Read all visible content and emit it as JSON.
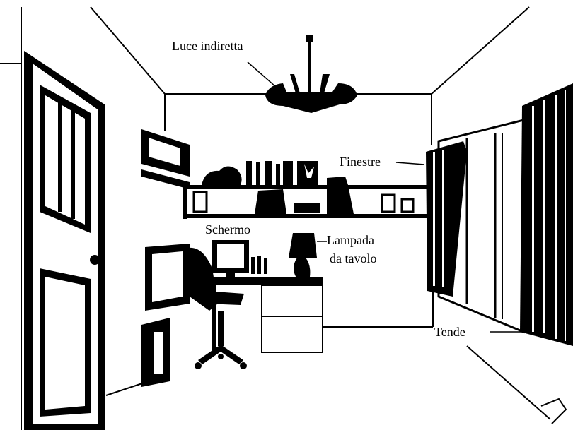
{
  "labels": {
    "indirect_light": "Luce indiretta",
    "windows": "Finestre",
    "screen": "Schermo",
    "table_lamp_line1": "Lampada",
    "table_lamp_line2": "da tavolo",
    "curtains": "Tende"
  },
  "colors": {
    "ink": "#000000",
    "paper": "#ffffff"
  }
}
